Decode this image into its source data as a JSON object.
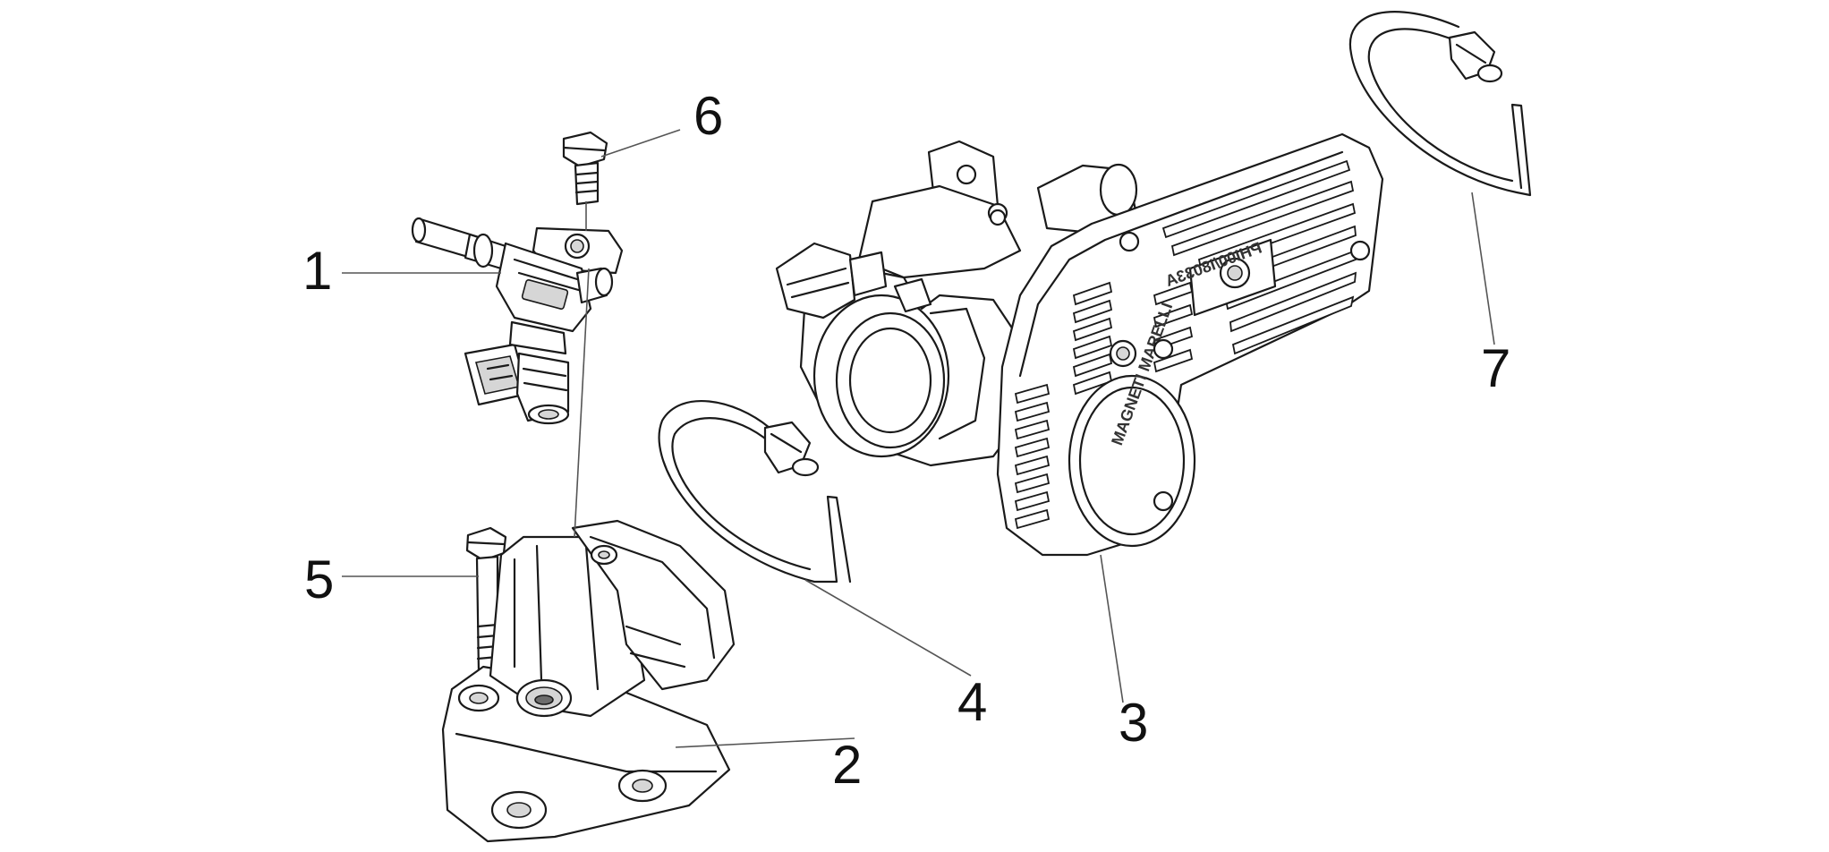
{
  "callouts": [
    {
      "number": "1",
      "part": "fuel-injector"
    },
    {
      "number": "2",
      "part": "intake-manifold"
    },
    {
      "number": "3",
      "part": "throttle-body"
    },
    {
      "number": "4",
      "part": "hose-clamp"
    },
    {
      "number": "5",
      "part": "manifold-screw"
    },
    {
      "number": "6",
      "part": "injector-screw"
    },
    {
      "number": "7",
      "part": "hose-clamp"
    }
  ],
  "markings": {
    "throttle_code": "PHI00/I8033A",
    "logo": "MAGNETI MARELLI"
  },
  "colors": {
    "line": "#1a1a1a",
    "leader": "#555555",
    "shade": "#d6d6d6",
    "background": "#ffffff"
  }
}
